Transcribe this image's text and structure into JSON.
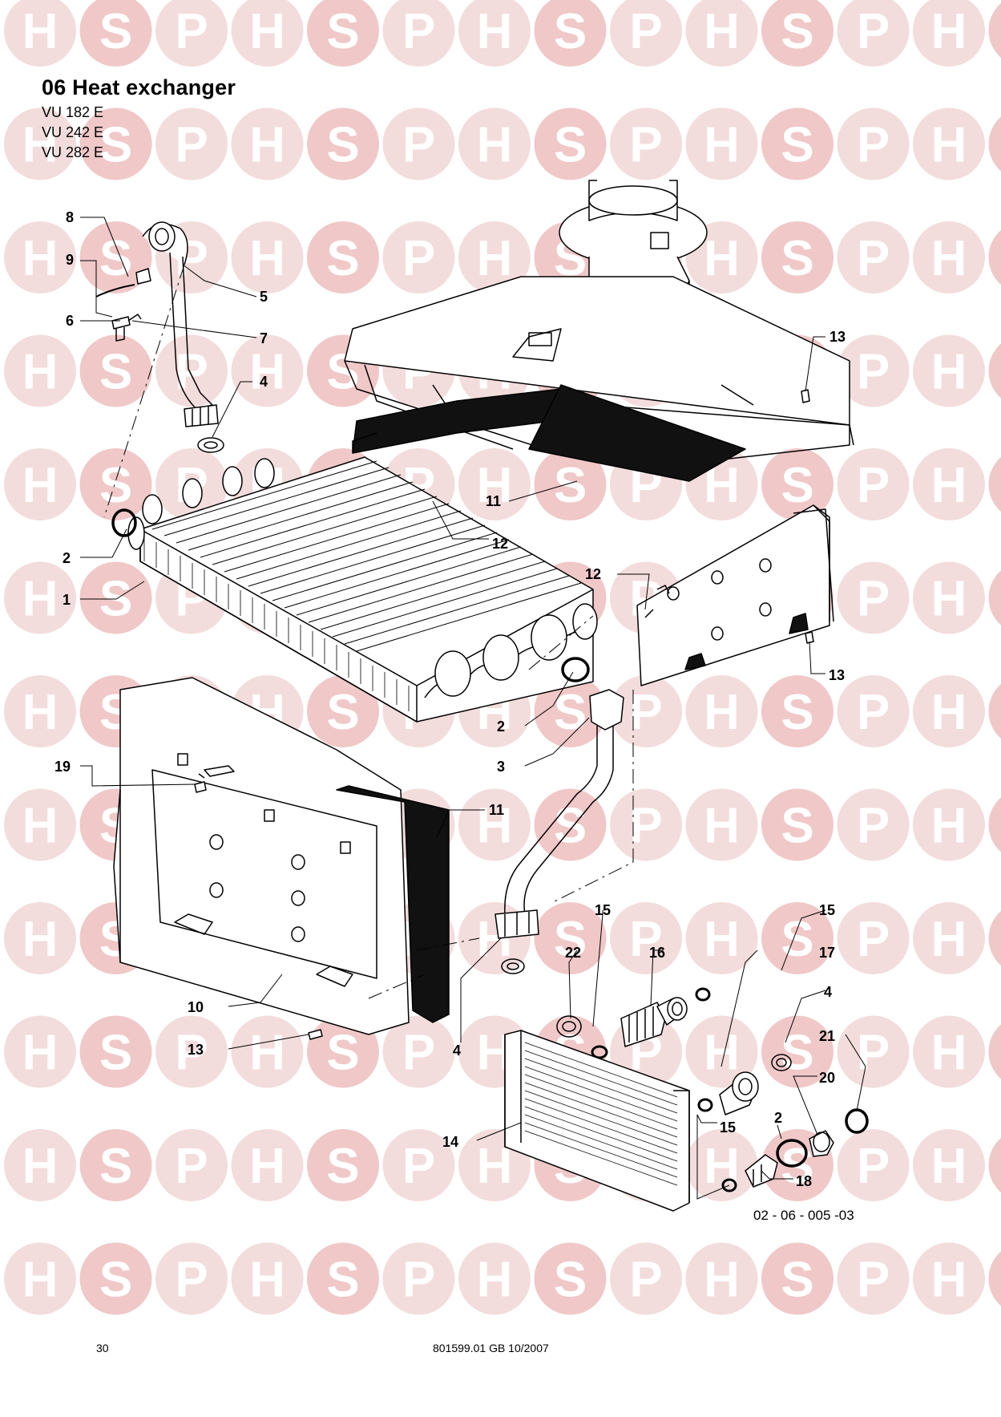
{
  "watermark": {
    "letters": [
      "H",
      "S",
      "P"
    ],
    "circle_color": "#f3dcdc",
    "highlight_circle_color": "#f0c8c8",
    "letter_color": "#ffffff"
  },
  "header": {
    "title": "06 Heat exchanger",
    "models": [
      "VU 182 E",
      "VU 242 E",
      "VU 282 E"
    ]
  },
  "drawing_code": "02 - 06 - 005 -03",
  "footer": {
    "page_number": "30",
    "document_ref": "801599.01 GB 10/2007"
  },
  "callouts": [
    "8",
    "9",
    "6",
    "5",
    "7",
    "4",
    "13",
    "11",
    "2",
    "12",
    "1",
    "12",
    "13",
    "2",
    "3",
    "19",
    "11",
    "10",
    "13",
    "4",
    "15",
    "22",
    "16",
    "15",
    "17",
    "4",
    "21",
    "20",
    "2",
    "14",
    "15",
    "18"
  ]
}
